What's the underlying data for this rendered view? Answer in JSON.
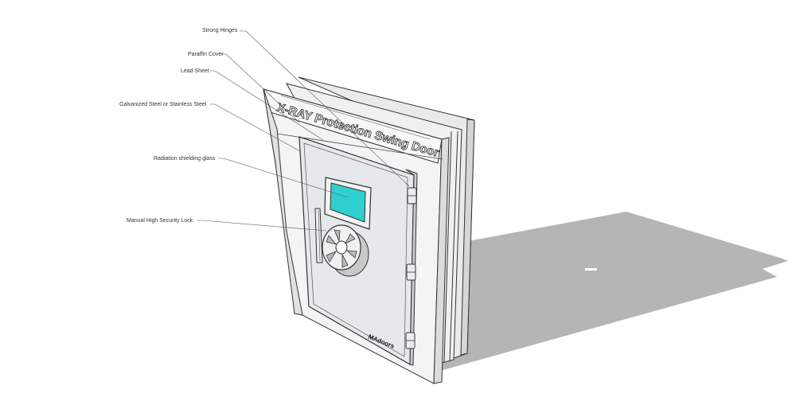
{
  "door": {
    "title": "X-RAY Protection Swing Door",
    "brand": "MAdoors"
  },
  "callouts": {
    "strong_hinges": "Strong Hinges",
    "paraffin_cover": "Paraffin Cover",
    "lead_sheet": "Lead Sheet",
    "steel_frame": "Galvanized Steel or Stainless Steel",
    "shielding_glass": "Radiation shielding glass",
    "security_lock": "Manual High Security Lock"
  },
  "colors": {
    "background": "#ffffff",
    "shadow": "#b5b5b5",
    "frame": "#f2f2f2",
    "door_leaf": "#e6e9ec",
    "glass": "#2fd0cf",
    "outline": "#333333"
  }
}
